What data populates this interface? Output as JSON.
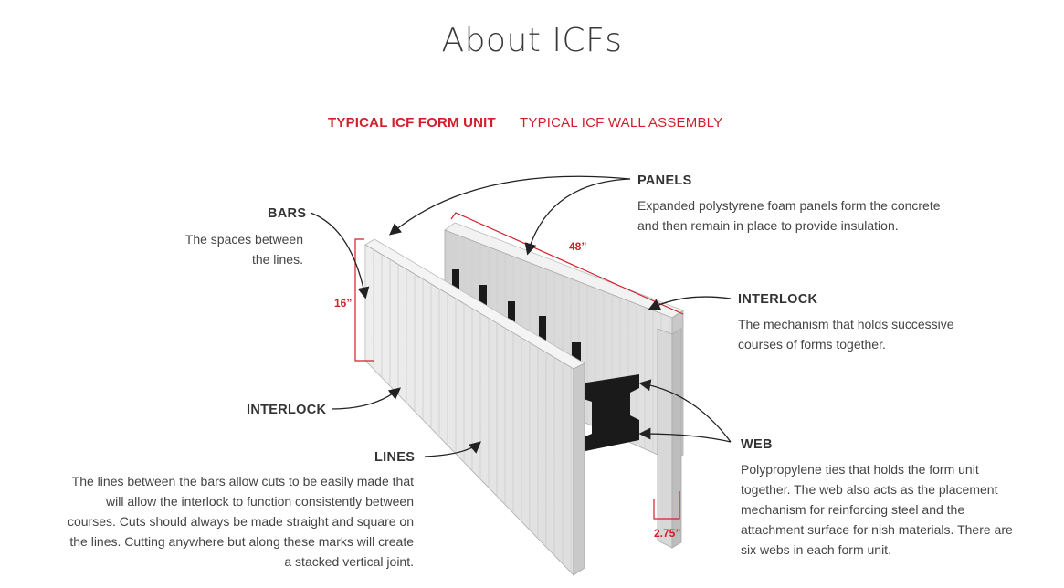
{
  "page_title": "About ICFs",
  "tabs": [
    {
      "label": "TYPICAL ICF FORM UNIT",
      "active": true
    },
    {
      "label": "TYPICAL ICF WALL ASSEMBLY",
      "active": false
    }
  ],
  "callouts": {
    "bars": {
      "title": "BARS",
      "desc_lines": [
        "The spaces between",
        "the lines."
      ]
    },
    "panels": {
      "title": "PANELS",
      "desc_lines": [
        "Expanded polystyrene foam panels form the concrete",
        "and then remain in place to provide insulation."
      ]
    },
    "interlock_right": {
      "title": "INTERLOCK",
      "desc_lines": [
        "The mechanism that holds successive",
        "courses of forms together."
      ]
    },
    "interlock_left": {
      "title": "INTERLOCK"
    },
    "lines": {
      "title": "LINES",
      "desc_lines": [
        "The lines between the bars allow cuts to be easily made that",
        "will allow the interlock to function consistently between",
        "courses. Cuts should always be made straight and square on",
        "the lines. Cutting anywhere but along these marks will create",
        "a stacked vertical joint."
      ]
    },
    "web": {
      "title": "WEB",
      "desc_lines": [
        "Polypropylene ties that holds the form unit",
        "together. The web also acts as the placement",
        "mechanism for reinforcing steel and the",
        "attachment surface for  nish materials. There are",
        "six webs in each form unit."
      ]
    }
  },
  "dimensions": {
    "height": "16”",
    "length": "48”",
    "web_width": "2.75”"
  },
  "colors": {
    "accent": "#d31f2b",
    "text": "#333333",
    "foam": "#e4e4e4",
    "web": "#1a1a1a"
  }
}
